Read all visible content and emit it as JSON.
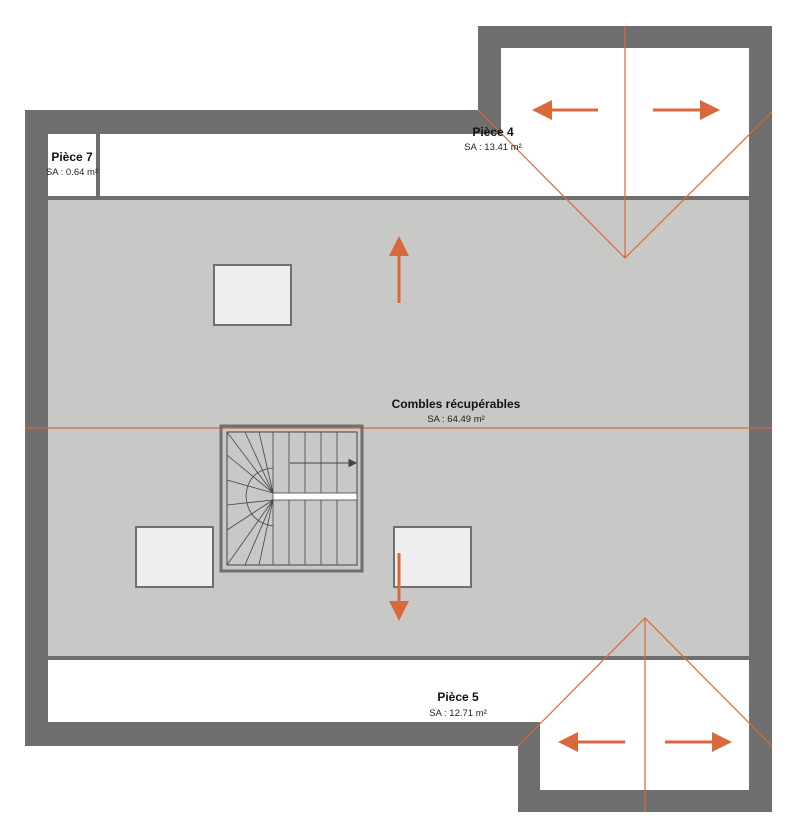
{
  "colors": {
    "wall": "#6f6f6f",
    "room_floor": "#ffffff",
    "attic_floor": "#c8c8c6",
    "accent": "#d9693a",
    "skylight_fill": "#efefef",
    "skylight_stroke": "#6f6f6f",
    "stair_line": "#444444"
  },
  "rooms": [
    {
      "id": "piece-7",
      "name": "Pièce 7",
      "area": "SA : 0.64 m²"
    },
    {
      "id": "piece-4",
      "name": "Pièce 4",
      "area": "SA : 13.41 m²"
    },
    {
      "id": "combles",
      "name": "Combles récupérables",
      "area": "SA : 64.49 m²"
    },
    {
      "id": "piece-5",
      "name": "Pièce 5",
      "area": "SA : 12.71 m²"
    }
  ],
  "icons": [
    "slope-arrow-icon",
    "skylight-icon",
    "staircase-icon"
  ]
}
